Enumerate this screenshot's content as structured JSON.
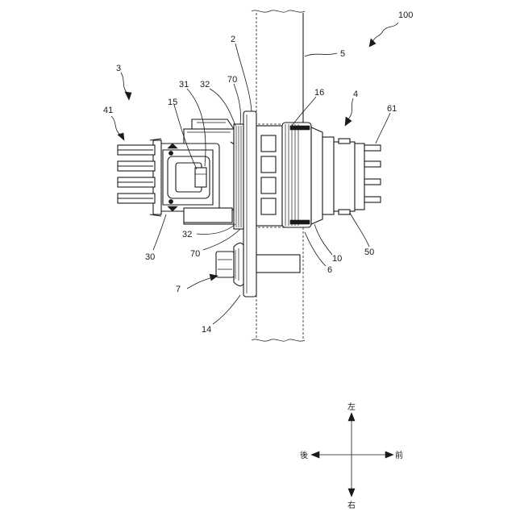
{
  "labels": {
    "l100": "100",
    "l2": "2",
    "l5": "5",
    "l3": "3",
    "l4": "4",
    "l41": "41",
    "l61": "61",
    "l31": "31",
    "l32a": "32",
    "l70a": "70",
    "l15": "15",
    "l16": "16",
    "l30": "30",
    "l32b": "32",
    "l70b": "70",
    "l10": "10",
    "l50": "50",
    "l6": "6",
    "l7": "7",
    "l14": "14"
  },
  "directions": {
    "up": "左",
    "down": "右",
    "left": "後",
    "right": "前"
  }
}
